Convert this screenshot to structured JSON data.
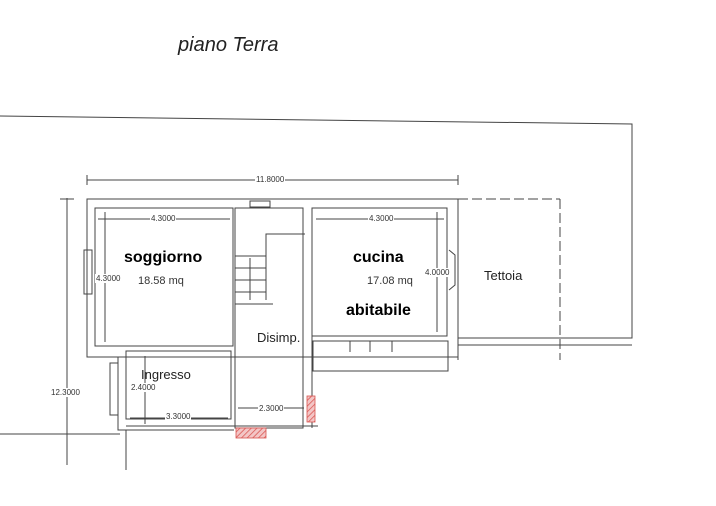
{
  "title": "piano Terra",
  "rooms": {
    "soggiorno": {
      "name": "soggiorno",
      "area": "18.58 mq",
      "width": "4.3000",
      "height": "4.3000"
    },
    "cucina": {
      "name": "cucina",
      "subtitle": "abitabile",
      "area": "17.08 mq",
      "width": "4.3000",
      "height": "4.0000"
    },
    "disimpegno": {
      "name": "Disimp.",
      "width": "2.3000"
    },
    "ingresso": {
      "name": "Ingresso",
      "width": "3.3000",
      "height": "2.4000"
    },
    "tettoia": {
      "name": "Tettoia"
    }
  },
  "dimensions": {
    "overall_width": "11.8000",
    "overall_height": "12.3000"
  },
  "colors": {
    "line": "#444444",
    "hatch": "#d9534f",
    "text": "#222222"
  }
}
